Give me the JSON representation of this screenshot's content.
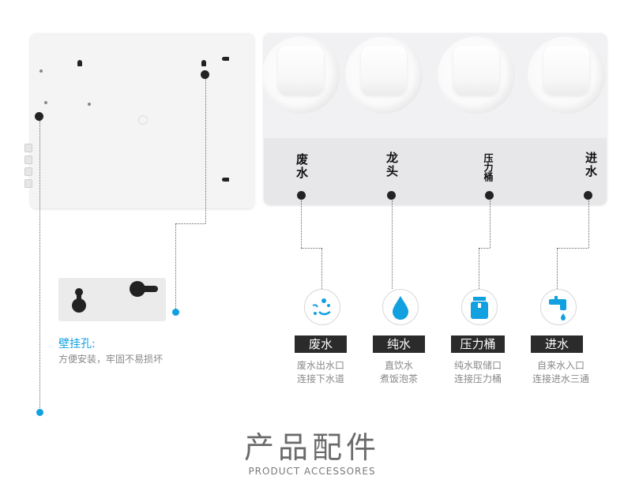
{
  "wall_hole": {
    "title": "壁挂孔:",
    "desc": "方便安装，牢固不易损坏"
  },
  "fittings": [
    {
      "panel_label": "废水",
      "icon": "water-splash-icon",
      "tag": "废水",
      "desc1": "废水出水口",
      "desc2": "连接下水道"
    },
    {
      "panel_label": "龙头",
      "icon": "water-drop-icon",
      "tag": "纯水",
      "desc1": "直饮水",
      "desc2": "煮饭泡茶"
    },
    {
      "panel_label": "压力桶",
      "icon": "pressure-tank-icon",
      "tag": "压力桶",
      "desc1": "纯水取储口",
      "desc2": "连接压力桶"
    },
    {
      "panel_label": "进水",
      "icon": "faucet-icon",
      "tag": "进水",
      "desc1": "自来水入口",
      "desc2": "连接进水三通"
    }
  ],
  "section": {
    "title": "产品配件",
    "subtitle": "PRODUCT ACCESSORES"
  },
  "colors": {
    "accent": "#11a0e0",
    "tag_bg": "#2b2b2b",
    "text_grey": "#888888"
  }
}
